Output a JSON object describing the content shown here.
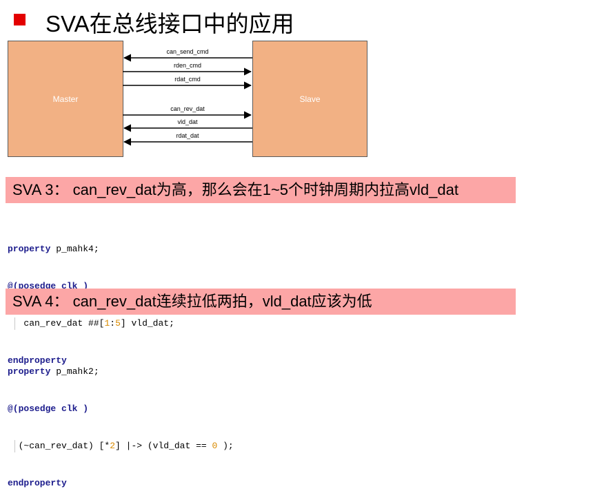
{
  "title": "SVA在总线接口中的应用",
  "diagram": {
    "master_label": "Master",
    "slave_label": "Slave",
    "signals": [
      {
        "name": "can_send_cmd",
        "direction": "to-master"
      },
      {
        "name": "rden_cmd",
        "direction": "to-slave"
      },
      {
        "name": "rdat_cmd",
        "direction": "to-slave"
      },
      {
        "name": "can_rev_dat",
        "direction": "to-slave"
      },
      {
        "name": "vld_dat",
        "direction": "to-master"
      },
      {
        "name": "rdat_dat",
        "direction": "to-master"
      }
    ]
  },
  "sva3": {
    "heading": "SVA 3： can_rev_dat为高，那么会在1~5个时钟周期内拉高vld_dat",
    "code": {
      "l1_kw": "property",
      "l1_rest": " p_mahk4;",
      "l2_pre": "@(",
      "l2_kw": "posedge",
      "l2_rest": " clk )",
      "l3_a": "can_rev_dat ##[",
      "l3_n1": "1",
      "l3_b": ":",
      "l3_n2": "5",
      "l3_c": "] vld_dat;",
      "l4_kw": "endproperty"
    }
  },
  "sva4": {
    "heading": "SVA 4： can_rev_dat连续拉低两拍，vld_dat应该为低",
    "code": {
      "l1_kw": "property",
      "l1_rest": " p_mahk2;",
      "l2_pre": "@(",
      "l2_kw": "posedge",
      "l2_rest": " clk )",
      "l3_a": "(~can_rev_dat) [*",
      "l3_n1": "2",
      "l3_b": "] |-> (vld_dat == ",
      "l3_n2": "0",
      "l3_c": " );",
      "l4_kw": "endproperty"
    }
  }
}
